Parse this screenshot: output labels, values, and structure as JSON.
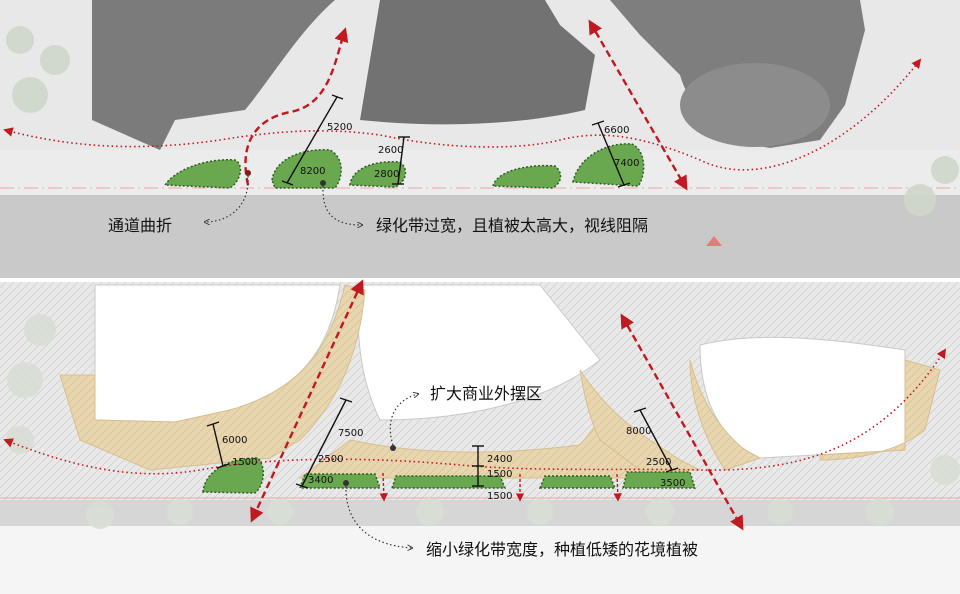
{
  "top_panel": {
    "callouts": {
      "channel": "通道曲折",
      "green_belt": "绿化带过宽，且植被太高大，视线阻隔"
    },
    "dimensions": {
      "d5200": "5200",
      "d8200": "8200",
      "d2600": "2600",
      "d2800": "2800",
      "d6600": "6600",
      "d7400": "7400"
    }
  },
  "bottom_panel": {
    "callouts": {
      "commercial": "扩大商业外摆区",
      "shrink": "缩小绿化带宽度，种植低矮的花境植被"
    },
    "dimensions": {
      "d6000": "6000",
      "d1500a": "1500",
      "d7500": "7500",
      "d2500a": "2500",
      "d3400": "3400",
      "d2400": "2400",
      "d1500b": "1500",
      "d1500c": "1500",
      "d8000": "8000",
      "d2500b": "2500",
      "d3500": "3500"
    }
  },
  "colors": {
    "road": "#cfcfcf",
    "building": "#7a7a7a",
    "plaza": "#f2f2f2",
    "green_belt": "#6aa84f",
    "paving_tan": "#e6d3ad",
    "arrow_red": "#c0191f",
    "separator": "#d9d9d9"
  }
}
